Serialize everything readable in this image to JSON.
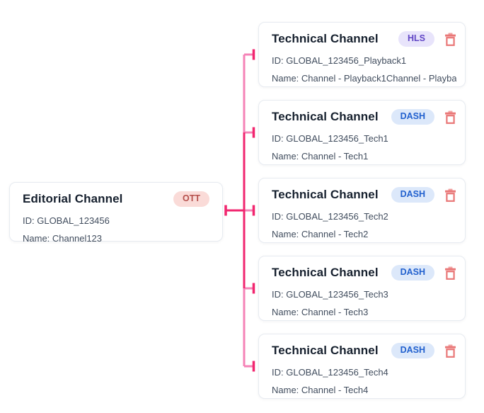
{
  "colors": {
    "connector_bright": "#F1266F",
    "connector_light": "#F583B7",
    "card_border": "#E7EBF1",
    "title_text": "#16202E",
    "body_text": "#414D5E",
    "trash_icon": "#E97777"
  },
  "editorial_channel": {
    "title": "Editorial Channel",
    "badge": {
      "label": "OTT",
      "bg": "#FADBD8",
      "fg": "#B5504C"
    },
    "id_line": "ID: GLOBAL_123456",
    "name_line": "Name: Channel123"
  },
  "technical_channels": [
    {
      "title": "Technical Channel",
      "badge": {
        "label": "HLS",
        "bg": "#E8E4FB",
        "fg": "#6146C6"
      },
      "id_line": "ID: GLOBAL_123456_Playback1",
      "name_line": "Name: Channel - Playback1Channel - Playba..."
    },
    {
      "title": "Technical Channel",
      "badge": {
        "label": "DASH",
        "bg": "#DCE8FA",
        "fg": "#2160CE"
      },
      "id_line": "ID: GLOBAL_123456_Tech1",
      "name_line": "Name: Channel - Tech1"
    },
    {
      "title": "Technical Channel",
      "badge": {
        "label": "DASH",
        "bg": "#DCE8FA",
        "fg": "#2160CE"
      },
      "id_line": "ID: GLOBAL_123456_Tech2",
      "name_line": "Name: Channel - Tech2"
    },
    {
      "title": "Technical Channel",
      "badge": {
        "label": "DASH",
        "bg": "#DCE8FA",
        "fg": "#2160CE"
      },
      "id_line": "ID: GLOBAL_123456_Tech3",
      "name_line": "Name: Channel - Tech3"
    },
    {
      "title": "Technical Channel",
      "badge": {
        "label": "DASH",
        "bg": "#DCE8FA",
        "fg": "#2160CE"
      },
      "id_line": "ID: GLOBAL_123456_Tech4",
      "name_line": "Name: Channel - Tech4"
    }
  ]
}
